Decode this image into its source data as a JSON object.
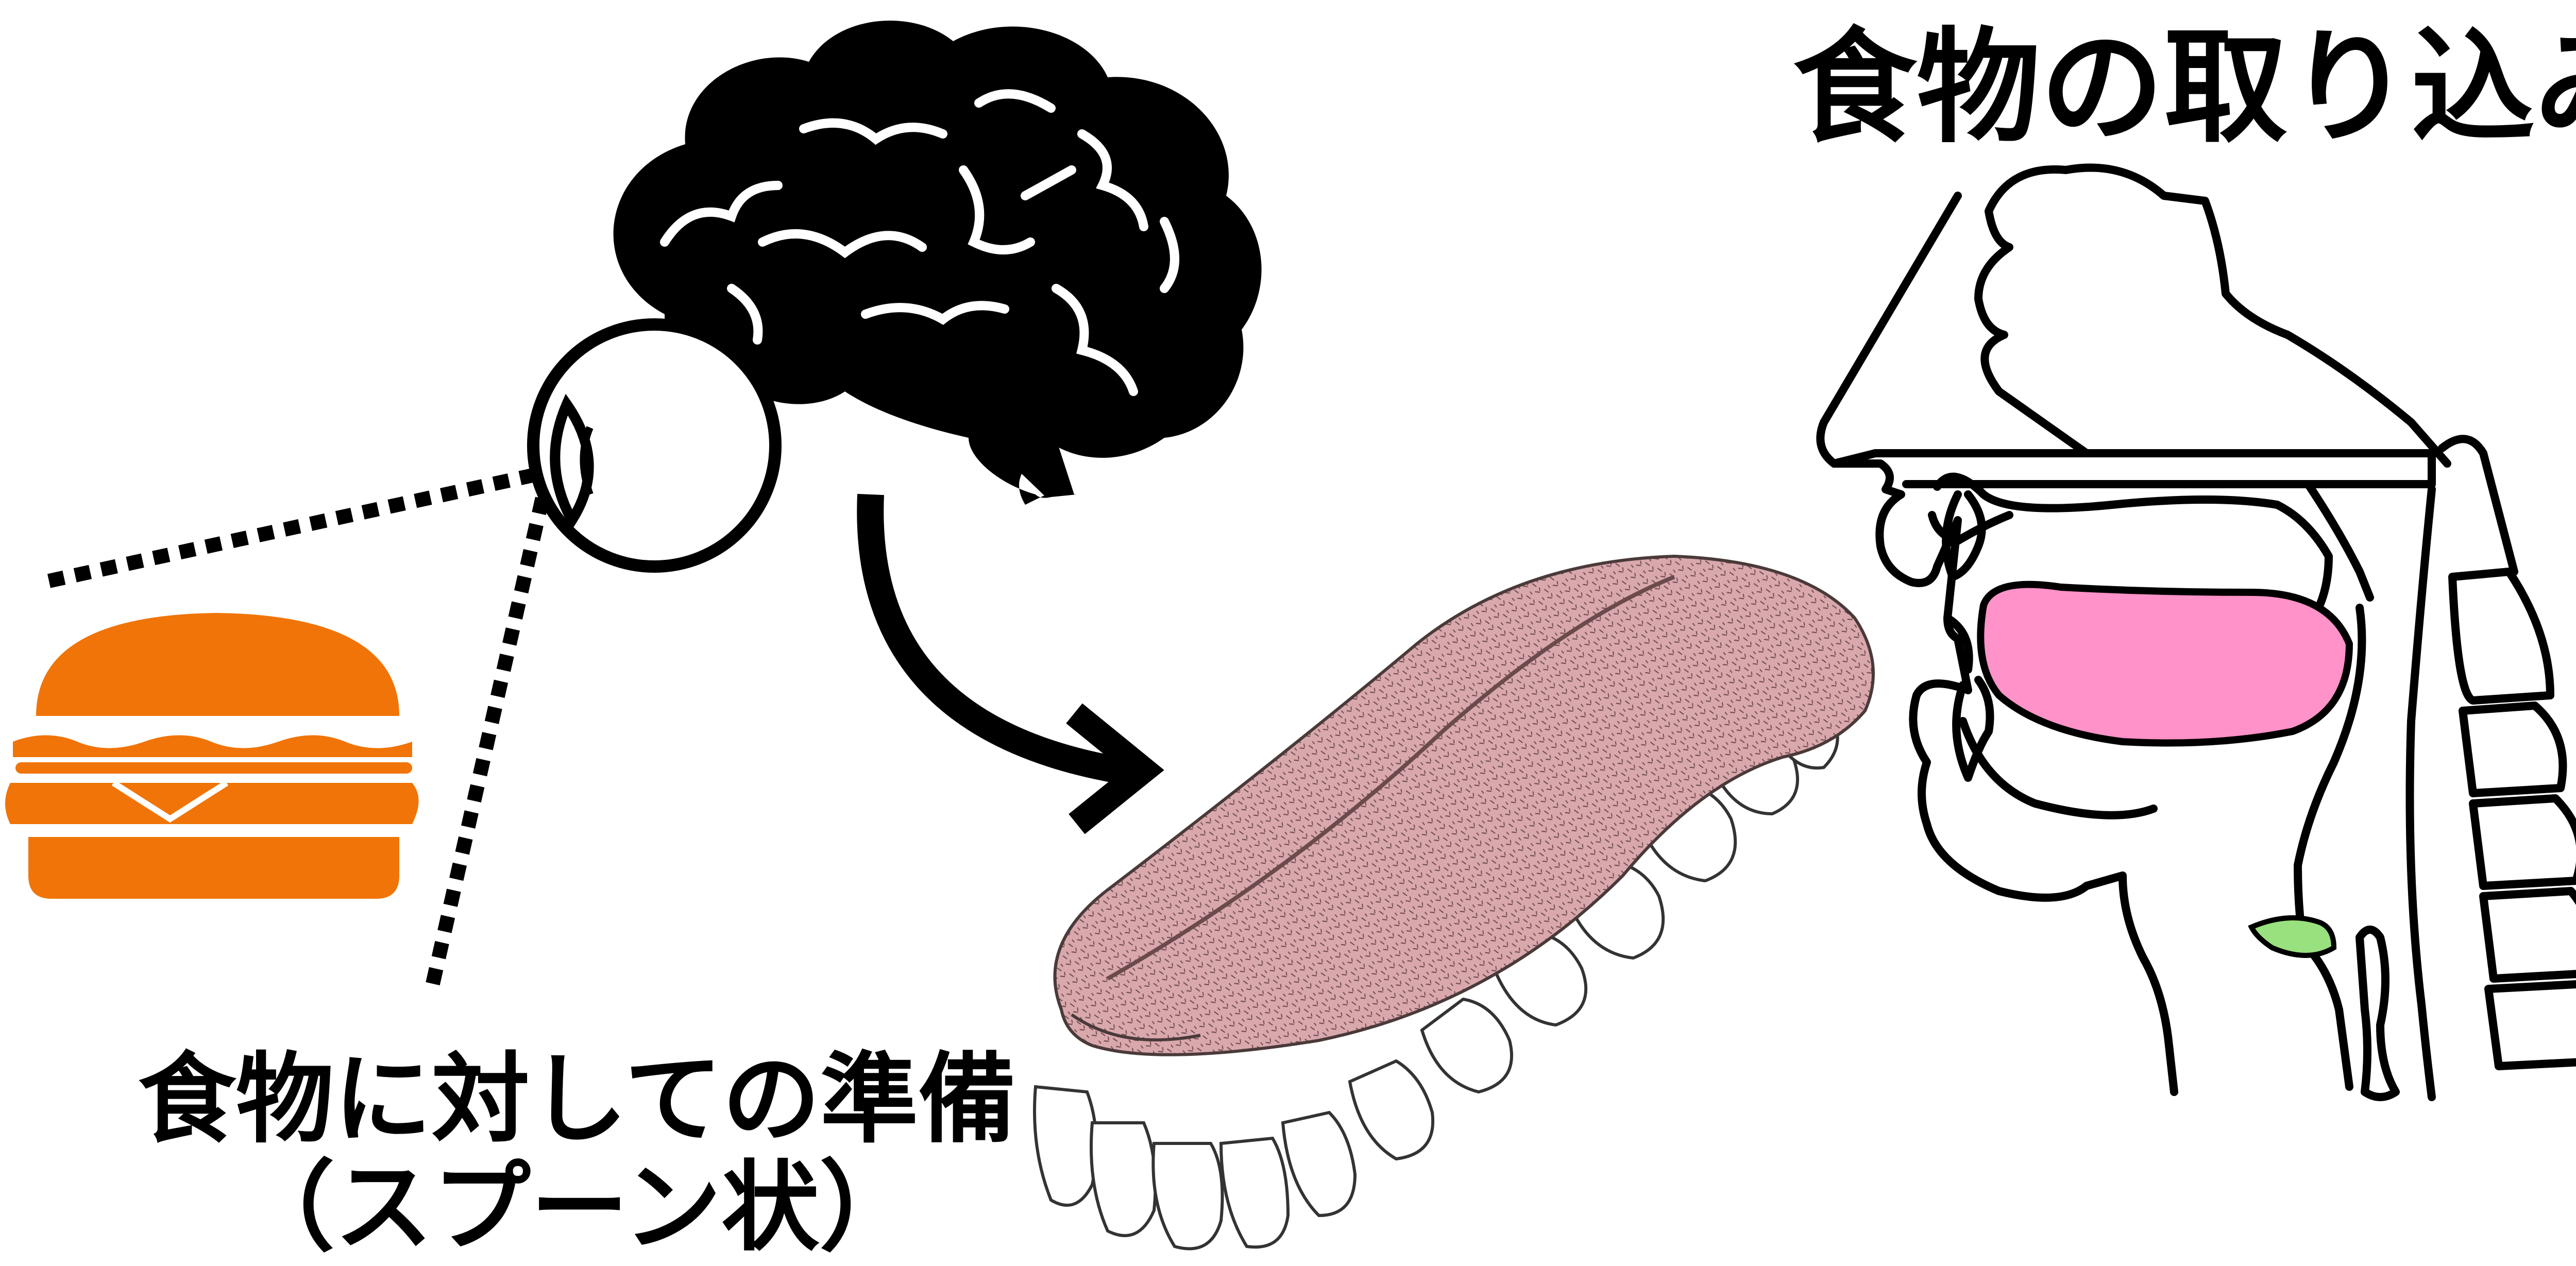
{
  "labels": {
    "intake": "食物の取り込み",
    "preparation_line1": "食物に対しての準備",
    "preparation_line2": "（スプーン状）"
  },
  "colors": {
    "burger": "#f07407",
    "brain": "#000000",
    "tongue_fill": "#d9a8ad",
    "oral_tongue_highlight": "#ff92c8",
    "epiglottis_highlight": "#99e07e",
    "outline": "#000000"
  },
  "icons": {
    "brain": "brain-icon",
    "eye": "eye-icon",
    "burger": "hamburger-icon",
    "arrow": "curved-arrow-icon"
  }
}
